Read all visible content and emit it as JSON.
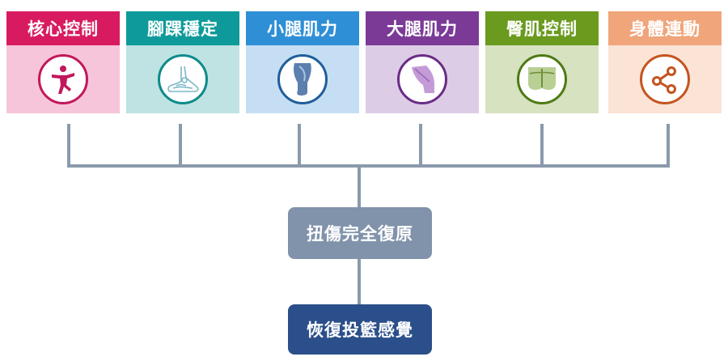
{
  "colors": {
    "core": {
      "header": "#d81b60",
      "body": "#f6c5d9",
      "ring": "#c2185b"
    },
    "ankle": {
      "header": "#0e9a9a",
      "body": "#bfe3e3",
      "ring": "#0e8a8a"
    },
    "calf": {
      "header": "#2f8fd6",
      "body": "#c6def3",
      "ring": "#1f5e9a"
    },
    "thigh": {
      "header": "#7a3a96",
      "body": "#ddcce6",
      "ring": "#6a2c86"
    },
    "hip": {
      "header": "#6a9a1e",
      "body": "#d7e2c1",
      "ring": "#4e7a12"
    },
    "body": {
      "header": "#f0a57b",
      "body": "#fbe3d6",
      "ring": "#c4541f"
    },
    "connector": "#8a9aac",
    "recovery_box": "#8193ab",
    "shooting_box": "#2b4f8a"
  },
  "cards": [
    {
      "id": "core",
      "title": "核心控制",
      "icon": "person-balance-icon"
    },
    {
      "id": "ankle",
      "title": "腳踝穩定",
      "icon": "foot-ankle-icon"
    },
    {
      "id": "calf",
      "title": "小腿肌力",
      "icon": "calf-icon"
    },
    {
      "id": "thigh",
      "title": "大腿肌力",
      "icon": "thigh-icon"
    },
    {
      "id": "hip",
      "title": "臀肌控制",
      "icon": "glutes-icon"
    },
    {
      "id": "body",
      "title": "身體連動",
      "icon": "share-nodes-icon"
    }
  ],
  "flow": {
    "recovery": "扭傷完全復原",
    "shooting": "恢復投籃感覺"
  }
}
